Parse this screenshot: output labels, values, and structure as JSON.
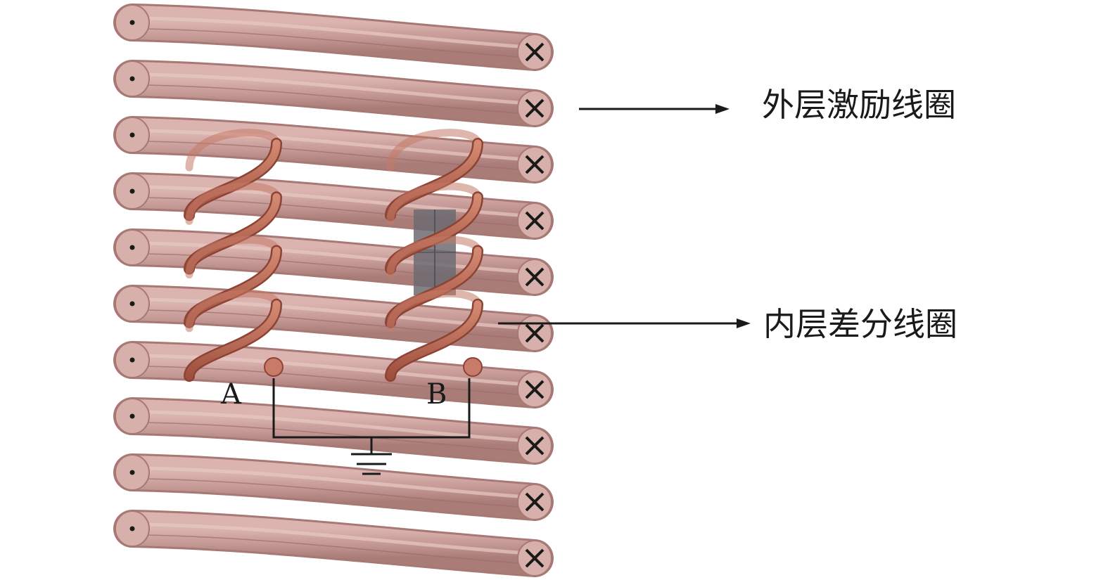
{
  "labels": {
    "outer_coil": "外层激励线圈",
    "inner_coil": "内层差分线圈",
    "terminal_a": "A",
    "terminal_b": "B"
  },
  "outer_coil": {
    "turns": 10,
    "start_marker": "dot",
    "end_marker": "cross"
  },
  "inner_coils": {
    "count": 2,
    "turns_each": 4
  },
  "colors": {
    "outer_coil": "#c99a97",
    "outer_coil_edge": "#a77874",
    "inner_coil": "#b96652",
    "inner_coil_edge": "#8d4334",
    "core": "#6d6b71",
    "wire": "#1a1a1a"
  }
}
